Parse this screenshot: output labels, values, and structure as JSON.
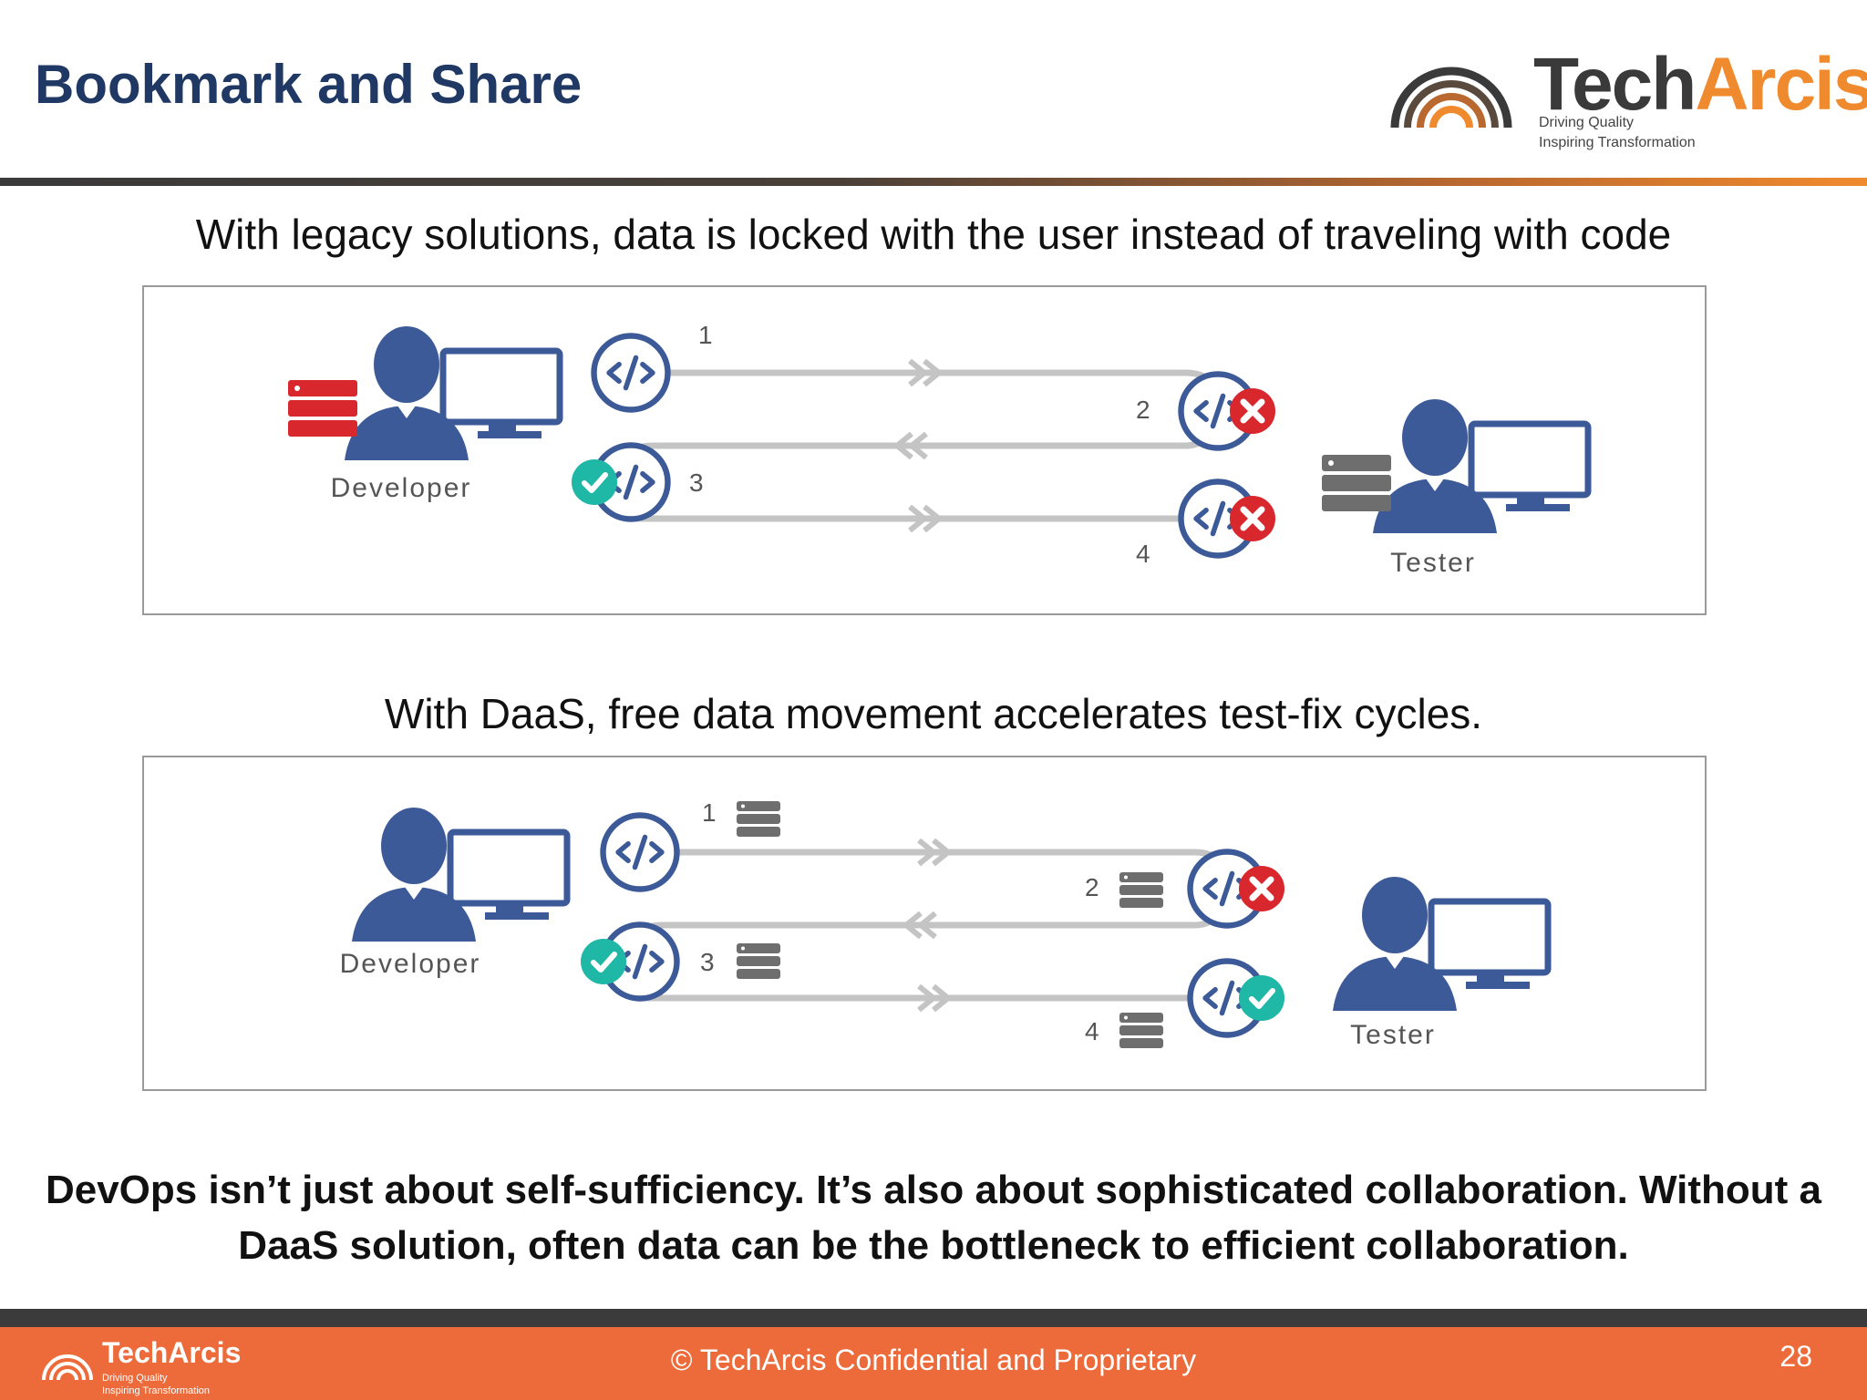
{
  "slide": {
    "title": "Bookmark and Share",
    "page_number": "28"
  },
  "logo": {
    "brand_part1": "Tech",
    "brand_part2": "Arcis",
    "tagline1": "Driving Quality",
    "tagline2": "Inspiring Transformation",
    "colors": {
      "dark": "#3a3a3a",
      "orange": "#f08a2e"
    }
  },
  "legacy": {
    "caption": "With legacy solutions, data is locked with the user instead of traveling with code",
    "developer_label": "Developer",
    "tester_label": "Tester",
    "steps": [
      "1",
      "2",
      "3",
      "4"
    ]
  },
  "daas": {
    "caption": "With DaaS, free data movement accelerates test-fix cycles.",
    "developer_label": "Developer",
    "tester_label": "Tester",
    "steps": [
      "1",
      "2",
      "3",
      "4"
    ]
  },
  "note": {
    "line1": "DevOps isn’t just about self-sufficiency. It’s also about sophisticated collaboration. Without a",
    "line2": "DaaS solution, often data can be the bottleneck to efficient collaboration."
  },
  "footer": {
    "confidential": "© TechArcis Confidential and Proprietary",
    "logo_part1": "Tech",
    "logo_part2": "Arcis",
    "logo_tagline1": "Driving Quality",
    "logo_tagline2": "Inspiring Transformation"
  },
  "colors": {
    "title": "#1f3864",
    "icon_blue": "#3d5a98",
    "error_red": "#d9272e",
    "success_teal": "#1fb7a6",
    "footer_orange": "#ed6a3a",
    "server_gray": "#6e6e6e"
  },
  "icons": [
    "developer-icon",
    "tester-icon",
    "code-icon",
    "error-icon",
    "check-icon",
    "server-icon",
    "arrow-icon"
  ]
}
